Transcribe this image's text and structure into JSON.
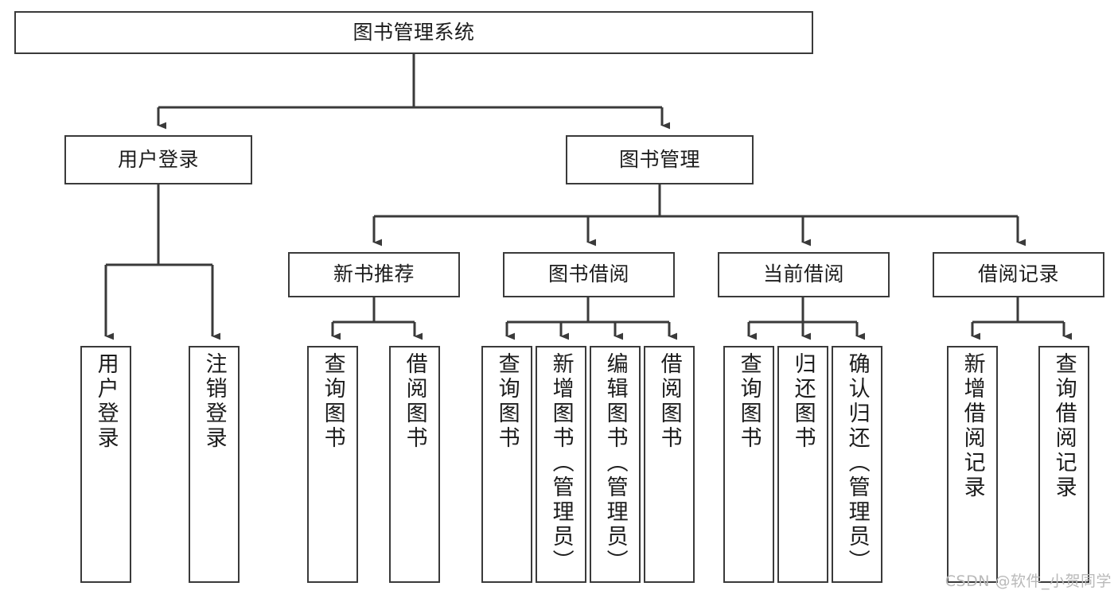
{
  "diagram": {
    "title": "图书管理系统",
    "type": "tree",
    "root": {
      "label": "图书管理系统"
    },
    "level2": [
      {
        "label": "用户登录"
      },
      {
        "label": "图书管理"
      }
    ],
    "level3": [
      {
        "label": "新书推荐"
      },
      {
        "label": "图书借阅"
      },
      {
        "label": "当前借阅"
      },
      {
        "label": "借阅记录"
      }
    ],
    "leaves": {
      "user_login": [
        {
          "label": "用户登录"
        },
        {
          "label": "注销登录"
        }
      ],
      "new_book_recommend": [
        {
          "label": "查询图书"
        },
        {
          "label": "借阅图书"
        }
      ],
      "book_borrow": [
        {
          "label": "查询图书"
        },
        {
          "label": "新增图书（管理员）"
        },
        {
          "label": "编辑图书（管理员）"
        },
        {
          "label": "借阅图书"
        }
      ],
      "current_borrow": [
        {
          "label": "查询图书"
        },
        {
          "label": "归还图书"
        },
        {
          "label": "确认归还（管理员）"
        }
      ],
      "borrow_record": [
        {
          "label": "新增借阅记录"
        },
        {
          "label": "查询借阅记录"
        }
      ]
    }
  },
  "watermark": {
    "text": "CSDN @软件_小贺同学"
  },
  "colors": {
    "stroke": "#3a3a3a",
    "fill": "#ffffff",
    "text": "#1c1c1c",
    "watermark": "#b9b9b9"
  }
}
